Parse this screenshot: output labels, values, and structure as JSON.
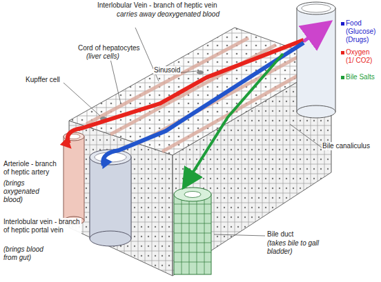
{
  "diagram": {
    "labels": [
      "Interlobular Vein - branch of heptic vein",
      "carries away deoxygenated blood",
      "Cord of hepatocytes",
      "(liver cells)",
      "Sinusoid",
      "Kupffer cell",
      "Arteriole - branch of heptic artery",
      "(brings oxygenated blood)",
      "Interlobular vein - branch of heptic portal vein",
      "(brings blood from gut)",
      "Bile canaliculus",
      "Bile duct",
      "(takes bile to gall bladder)"
    ],
    "legend": [
      {
        "text": "Food (Glucose) (Drugs)",
        "color": "#1a1acc"
      },
      {
        "text": "Oxygen (1/ CO2)",
        "color": "#e8231c"
      },
      {
        "text": "Bile Salts",
        "color": "#1e9e3a"
      }
    ]
  }
}
